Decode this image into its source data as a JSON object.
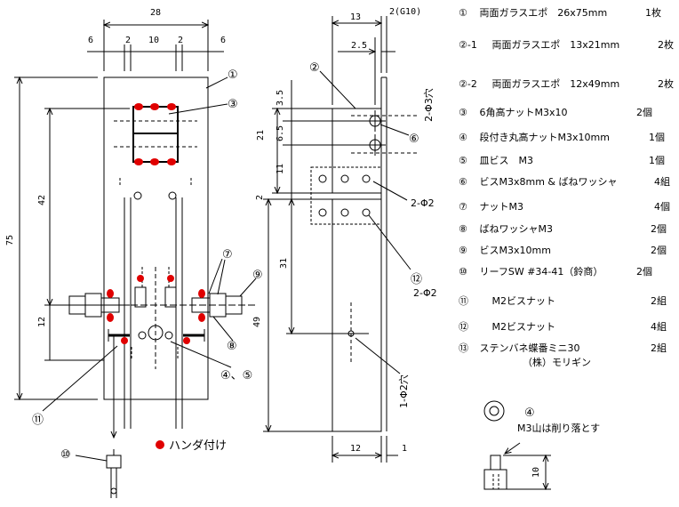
{
  "front_view": {
    "dims": {
      "total_width": "28",
      "left_margin": "6",
      "gap_left": "2",
      "center": "10",
      "gap_right": "2",
      "right_margin": "6",
      "height": "75",
      "mid": "42",
      "bottom": "12"
    },
    "callouts": {
      "c1": "①",
      "c3": "③",
      "c7": "⑦",
      "c8": "⑧",
      "c9": "⑨",
      "c45": "④、⑤",
      "c11": "⑪",
      "c10": "⑩"
    }
  },
  "side_view": {
    "dims": {
      "width_top": "13",
      "thickness": "2(G10)",
      "offset": "2.5",
      "d35": "3.5",
      "d65": "6.5",
      "d21": "21",
      "d11": "11",
      "d2": "2",
      "d31": "31",
      "d49": "49",
      "bottom_width": "12",
      "bottom_right": "1"
    },
    "callouts": {
      "c2": "②",
      "c6": "⑥",
      "c12": "⑫"
    },
    "hole_labels": {
      "top": "2-Φ3穴",
      "m1": "2-Φ2",
      "m2": "2-Φ2",
      "bottom": "1-Φ2穴"
    }
  },
  "legend": {
    "solder": "ハンダ付け"
  },
  "detail": {
    "callout": "④",
    "note": "M3山は削り落とす",
    "height": "10"
  },
  "parts": [
    {
      "num": "①",
      "name": "両面ガラスエポ　26x75mm",
      "qty": "1枚"
    },
    {
      "num": "②-1",
      "name": "両面ガラスエポ　13x21mm",
      "qty": "2枚"
    },
    {
      "num": "②-2",
      "name": "両面ガラスエポ　12x49mm",
      "qty": "2枚"
    },
    {
      "num": "③",
      "name": "6角高ナットM3x10",
      "qty": "2個"
    },
    {
      "num": "④",
      "name": "段付き丸高ナットM3x10mm",
      "qty": "1個"
    },
    {
      "num": "⑤",
      "name": "皿ビス　M3",
      "qty": "1個"
    },
    {
      "num": "⑥",
      "name": "ビスM3x8mm & ばねワッシャ",
      "qty": "4組"
    },
    {
      "num": "⑦",
      "name": "ナットM3",
      "qty": "4個"
    },
    {
      "num": "⑧",
      "name": "ばねワッシャM3",
      "qty": "2個"
    },
    {
      "num": "⑨",
      "name": "ビスM3x10mm",
      "qty": "2個"
    },
    {
      "num": "⑩",
      "name": "リーフSW #34-41（鈴商）",
      "qty": "2個"
    },
    {
      "num": "⑪",
      "name": "M2ビスナット",
      "qty": "2組"
    },
    {
      "num": "⑫",
      "name": "M2ビスナット",
      "qty": "4組"
    },
    {
      "num": "⑬",
      "name": "ステンバネ蝶番ミニ30",
      "qty": "2組",
      "sub": "（株）モリギン"
    }
  ],
  "colors": {
    "line": "#000000",
    "solder": "#e00000"
  }
}
